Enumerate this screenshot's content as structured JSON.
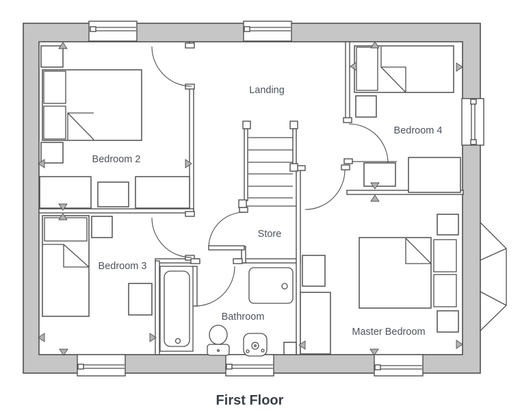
{
  "title": "First Floor",
  "rooms": {
    "landing": {
      "label": "Landing"
    },
    "bedroom2": {
      "label": "Bedroom 2"
    },
    "bedroom3": {
      "label": "Bedroom 3"
    },
    "bedroom4": {
      "label": "Bedroom 4"
    },
    "master_bedroom": {
      "label": "Master Bedroom"
    },
    "bathroom": {
      "label": "Bathroom"
    },
    "store": {
      "label": "Store"
    }
  },
  "colors": {
    "wall_fill": "#c6c6c6",
    "line": "#4f4f4f",
    "marker_fill": "#b3b3b3",
    "label_text": "#4d525b",
    "title_text": "#3a3e46",
    "background": "#ffffff"
  }
}
